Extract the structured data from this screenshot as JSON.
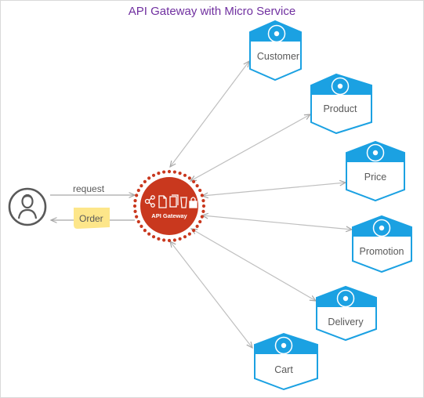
{
  "title": "API Gateway with Micro Service",
  "client": {
    "icon": "user-icon",
    "request_label": "request",
    "response_label": "Order"
  },
  "gateway": {
    "label": "API Gateway",
    "icons": [
      "network-icon",
      "document-icon",
      "files-icon",
      "trash-icon",
      "lock-icon"
    ]
  },
  "services": [
    {
      "id": "customer",
      "label": "Customer",
      "icon": "gear-icon"
    },
    {
      "id": "product",
      "label": "Product",
      "icon": "gear-icon"
    },
    {
      "id": "price",
      "label": "Price",
      "icon": "gear-icon"
    },
    {
      "id": "promotion",
      "label": "Promotion",
      "icon": "gear-icon"
    },
    {
      "id": "delivery",
      "label": "Delivery",
      "icon": "gear-icon"
    },
    {
      "id": "cart",
      "label": "Cart",
      "icon": "gear-icon"
    }
  ],
  "colors": {
    "title": "#7030a0",
    "gateway_fill": "#c9381e",
    "service_blue": "#1ba1e2",
    "note_yellow": "#fde68a",
    "connector_gray": "#bfbfbf"
  }
}
